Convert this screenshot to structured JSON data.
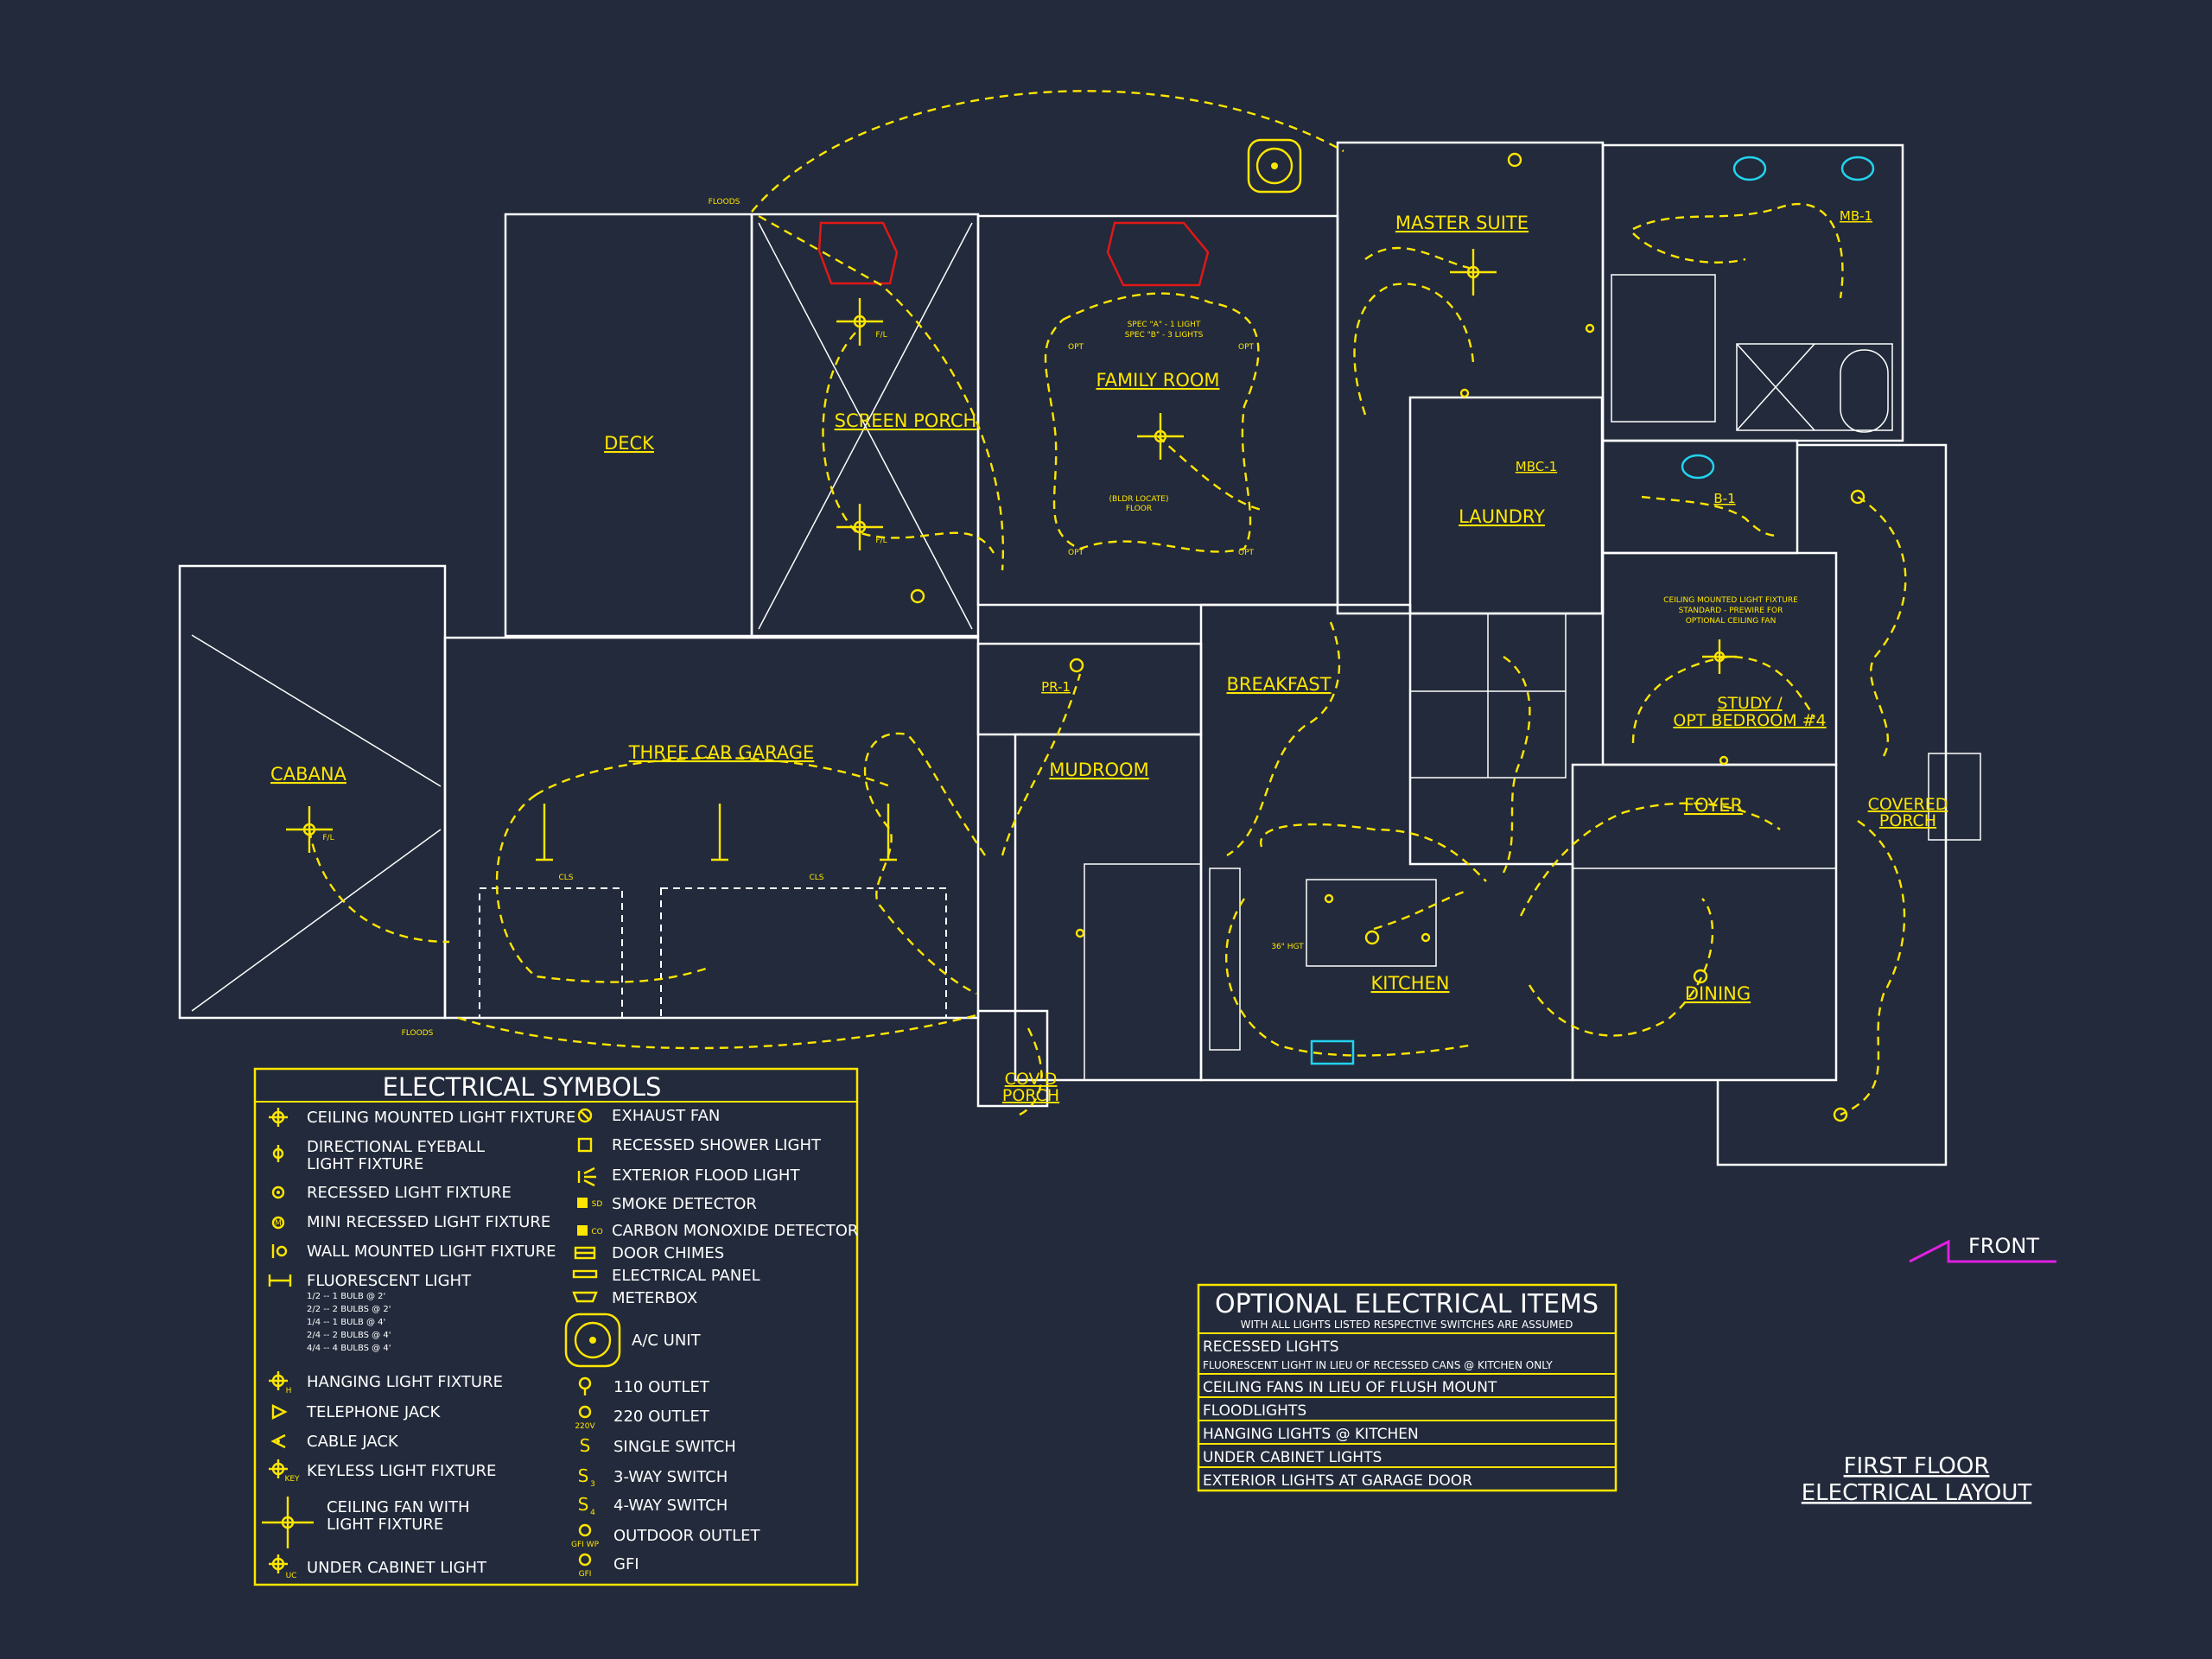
{
  "rooms": {
    "deck": "DECK",
    "screen_porch": "SCREEN PORCH",
    "family_room": "FAMILY ROOM",
    "master_suite": "MASTER SUITE",
    "mb1": "MB-1",
    "mbc1": "MBC-1",
    "laundry": "LAUNDRY",
    "b1": "B-1",
    "study_line1": "STUDY /",
    "study_line2": "OPT BEDROOM #4",
    "breakfast": "BREAKFAST",
    "pr1": "PR-1",
    "mudroom": "MUDROOM",
    "three_car_garage": "THREE CAR GARAGE",
    "cabana": "CABANA",
    "foyer": "FOYER",
    "covered_porch_line1": "COVERED",
    "covered_porch_line2": "PORCH",
    "kitchen": "KITCHEN",
    "dining": "DINING",
    "covd_porch_line1": "COV'D",
    "covd_porch_line2": "PORCH"
  },
  "annotations": {
    "floods_top": "FLOODS",
    "floods_bottom": "FLOODS",
    "spec_a": "SPEC \"A\" - 1 LIGHT",
    "spec_b": "SPEC \"B\" - 3 LIGHTS",
    "bldr_locate_line1": "(BLDR LOCATE)",
    "bldr_locate_line2": "FLOOR",
    "study_note_line1": "CEILING MOUNTED LIGHT FIXTURE",
    "study_note_line2": "STANDARD - PREWIRE FOR",
    "study_note_line3": "OPTIONAL CEILING FAN",
    "island": "36\" HGT",
    "cls": "CLS",
    "opt": "OPT",
    "fl": "F/L"
  },
  "legend": {
    "title": "ELECTRICAL SYMBOLS",
    "left": [
      {
        "icon": "ceiling-light-icon",
        "label": "CEILING MOUNTED LIGHT FIXTURE"
      },
      {
        "icon": "eyeball-light-icon",
        "label": "DIRECTIONAL EYEBALL",
        "label2": "LIGHT FIXTURE"
      },
      {
        "icon": "recessed-light-icon",
        "label": "RECESSED LIGHT FIXTURE"
      },
      {
        "icon": "mini-recessed-light-icon",
        "label": "MINI RECESSED LIGHT FIXTURE"
      },
      {
        "icon": "wall-light-icon",
        "label": "WALL MOUNTED LIGHT FIXTURE"
      },
      {
        "icon": "fluorescent-light-icon",
        "label": "FLUORESCENT LIGHT"
      },
      {
        "icon": "hanging-light-icon",
        "label": "HANGING LIGHT FIXTURE"
      },
      {
        "icon": "telephone-jack-icon",
        "label": "TELEPHONE JACK"
      },
      {
        "icon": "cable-jack-icon",
        "label": "CABLE JACK"
      },
      {
        "icon": "keyless-light-icon",
        "label": "KEYLESS LIGHT FIXTURE"
      },
      {
        "icon": "ceiling-fan-icon",
        "label": "CEILING FAN WITH",
        "label2": "LIGHT FIXTURE"
      },
      {
        "icon": "under-cabinet-light-icon",
        "label": "UNDER CABINET LIGHT"
      }
    ],
    "fluorescent_notes": [
      "1/2 -- 1 BULB @ 2'",
      "2/2 -- 2 BULBS @ 2'",
      "1/4 -- 1 BULB @ 4'",
      "2/4 -- 2 BULBS @ 4'",
      "4/4 -- 4 BULBS @ 4'"
    ],
    "right": [
      {
        "icon": "exhaust-fan-icon",
        "label": "EXHAUST FAN"
      },
      {
        "icon": "recessed-shower-light-icon",
        "label": "RECESSED SHOWER LIGHT"
      },
      {
        "icon": "exterior-flood-light-icon",
        "label": "EXTERIOR FLOOD LIGHT"
      },
      {
        "icon": "smoke-detector-icon",
        "label": "SMOKE DETECTOR"
      },
      {
        "icon": "co-detector-icon",
        "label": "CARBON MONOXIDE DETECTOR"
      },
      {
        "icon": "door-chimes-icon",
        "label": "DOOR CHIMES"
      },
      {
        "icon": "electrical-panel-icon",
        "label": "ELECTRICAL PANEL"
      },
      {
        "icon": "meterbox-icon",
        "label": "METERBOX"
      },
      {
        "icon": "ac-unit-icon",
        "label": "A/C UNIT"
      },
      {
        "icon": "outlet-110-icon",
        "label": "110 OUTLET"
      },
      {
        "icon": "outlet-220-icon",
        "label": "220 OUTLET"
      },
      {
        "icon": "single-switch-icon",
        "label": "SINGLE SWITCH"
      },
      {
        "icon": "three-way-switch-icon",
        "label": "3-WAY SWITCH"
      },
      {
        "icon": "four-way-switch-icon",
        "label": "4-WAY SWITCH"
      },
      {
        "icon": "outdoor-outlet-icon",
        "label": "OUTDOOR OUTLET"
      },
      {
        "icon": "gfi-icon",
        "label": "GFI"
      }
    ],
    "codes": {
      "sd": "SD",
      "co": "CO",
      "key": "KEY",
      "uc": "UC",
      "h": "H",
      "v220": "220V",
      "gfiwp": "GFI WP",
      "gfi": "GFI",
      "s": "S",
      "s3": "3",
      "s4": "4"
    }
  },
  "optional": {
    "title": "OPTIONAL ELECTRICAL ITEMS",
    "subtitle": "WITH ALL LIGHTS LISTED RESPECTIVE SWITCHES ARE ASSUMED",
    "items": [
      {
        "label": "RECESSED LIGHTS",
        "note": "FLUORESCENT LIGHT IN LIEU OF RECESSED CANS @ KITCHEN ONLY"
      },
      {
        "label": "CEILING FANS IN LIEU OF FLUSH MOUNT"
      },
      {
        "label": "FLOODLIGHTS"
      },
      {
        "label": "HANGING LIGHTS @ KITCHEN"
      },
      {
        "label": "UNDER CABINET LIGHTS"
      },
      {
        "label": "EXTERIOR LIGHTS AT GARAGE DOOR"
      }
    ]
  },
  "title_block": {
    "line1": "FIRST FLOOR",
    "line2": "ELECTRICAL LAYOUT"
  },
  "front_label": "FRONT",
  "colors": {
    "background": "#222a3b",
    "wiring": "#ffe600",
    "walls": "#ffffff",
    "fireplace": "#e01818",
    "fixture_accent": "#22d3ee",
    "front_arrow": "#e020e0"
  }
}
